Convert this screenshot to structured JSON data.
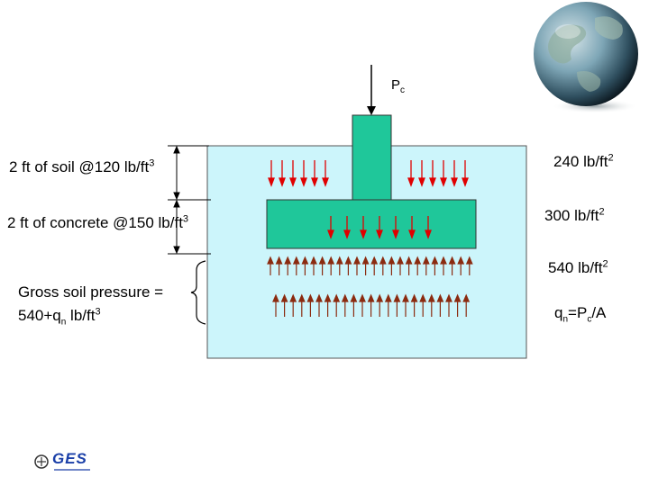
{
  "load_label": {
    "main": "P",
    "sub": "c"
  },
  "left_labels": {
    "soil": {
      "text": "2 ft of soil @120 lb/ft",
      "sup": "3"
    },
    "concrete": {
      "text": "2 ft of concrete @150 lb/ft",
      "sup": "3"
    },
    "gross_line1": "Gross soil pressure =",
    "gross_line2": {
      "text": "540+q",
      "sub": "n",
      "rest": " lb/ft",
      "sup": "3"
    }
  },
  "right_labels": {
    "soil_pressure": {
      "text": "240 lb/ft",
      "sup": "2"
    },
    "concrete_pressure": {
      "text": "300 lb/ft",
      "sup": "2"
    },
    "total_pressure": {
      "text": "540 lb/ft",
      "sup": "2"
    },
    "net_pressure": {
      "a": "q",
      "a_sub": "n",
      "b": "=P",
      "b_sub": "c",
      "c": "/A"
    }
  },
  "logo": {
    "text": "GES"
  },
  "colors": {
    "soil_fill": "#ccf5fb",
    "footing_fill": "#1fc79a",
    "down_arrow": "#e00000",
    "up_arrow": "#8b2b10",
    "globe_ocean": "#5c8fa5"
  }
}
